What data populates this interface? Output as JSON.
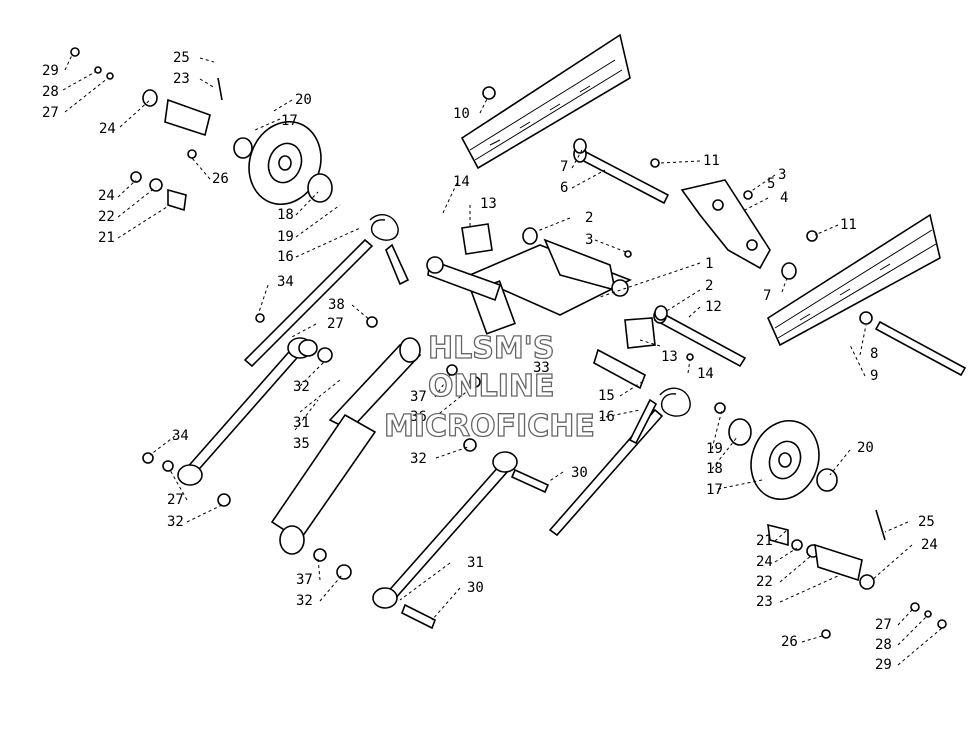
{
  "watermark": {
    "line1": "HLSM'S",
    "line2": "ONLINE",
    "line3": "MICROFICHE"
  },
  "callouts": [
    {
      "id": "c29a",
      "text": "29"
    },
    {
      "id": "c28a",
      "text": "28"
    },
    {
      "id": "c27a",
      "text": "27"
    },
    {
      "id": "c25a",
      "text": "25"
    },
    {
      "id": "c23a",
      "text": "23"
    },
    {
      "id": "c24a",
      "text": "24"
    },
    {
      "id": "c20a",
      "text": "20"
    },
    {
      "id": "c17a",
      "text": "17"
    },
    {
      "id": "c26a",
      "text": "26"
    },
    {
      "id": "c24b",
      "text": "24"
    },
    {
      "id": "c22a",
      "text": "22"
    },
    {
      "id": "c21a",
      "text": "21"
    },
    {
      "id": "c18a",
      "text": "18"
    },
    {
      "id": "c19a",
      "text": "19"
    },
    {
      "id": "c16a",
      "text": "16"
    },
    {
      "id": "c34a",
      "text": "34"
    },
    {
      "id": "c10",
      "text": "10"
    },
    {
      "id": "c7a",
      "text": "7"
    },
    {
      "id": "c6",
      "text": "6"
    },
    {
      "id": "c11a",
      "text": "11"
    },
    {
      "id": "c3a",
      "text": "3"
    },
    {
      "id": "c5",
      "text": "5"
    },
    {
      "id": "c4",
      "text": "4"
    },
    {
      "id": "c11b",
      "text": "11"
    },
    {
      "id": "c14a",
      "text": "14"
    },
    {
      "id": "c13a",
      "text": "13"
    },
    {
      "id": "c2a",
      "text": "2"
    },
    {
      "id": "c3b",
      "text": "3"
    },
    {
      "id": "c1",
      "text": "1"
    },
    {
      "id": "c7b",
      "text": "7"
    },
    {
      "id": "c2b",
      "text": "2"
    },
    {
      "id": "c12",
      "text": "12"
    },
    {
      "id": "c8",
      "text": "8"
    },
    {
      "id": "c9",
      "text": "9"
    },
    {
      "id": "c38",
      "text": "38"
    },
    {
      "id": "c27b",
      "text": "27"
    },
    {
      "id": "c33",
      "text": "33"
    },
    {
      "id": "c13b",
      "text": "13"
    },
    {
      "id": "c14b",
      "text": "14"
    },
    {
      "id": "c32a",
      "text": "32"
    },
    {
      "id": "c37a",
      "text": "37"
    },
    {
      "id": "c36",
      "text": "36"
    },
    {
      "id": "c15",
      "text": "15"
    },
    {
      "id": "c16b",
      "text": "16"
    },
    {
      "id": "c31a",
      "text": "31"
    },
    {
      "id": "c35",
      "text": "35"
    },
    {
      "id": "c34b",
      "text": "34"
    },
    {
      "id": "c32b",
      "text": "32"
    },
    {
      "id": "c30a",
      "text": "30"
    },
    {
      "id": "c19b",
      "text": "19"
    },
    {
      "id": "c18b",
      "text": "18"
    },
    {
      "id": "c20b",
      "text": "20"
    },
    {
      "id": "c17b",
      "text": "17"
    },
    {
      "id": "c27c",
      "text": "27"
    },
    {
      "id": "c32c",
      "text": "32"
    },
    {
      "id": "c25b",
      "text": "25"
    },
    {
      "id": "c21b",
      "text": "21"
    },
    {
      "id": "c24c",
      "text": "24"
    },
    {
      "id": "c22b",
      "text": "22"
    },
    {
      "id": "c24d",
      "text": "24"
    },
    {
      "id": "c23b",
      "text": "23"
    },
    {
      "id": "c31b",
      "text": "31"
    },
    {
      "id": "c37b",
      "text": "37"
    },
    {
      "id": "c30b",
      "text": "30"
    },
    {
      "id": "c32d",
      "text": "32"
    },
    {
      "id": "c26b",
      "text": "26"
    },
    {
      "id": "c27d",
      "text": "27"
    },
    {
      "id": "c28b",
      "text": "28"
    },
    {
      "id": "c29b",
      "text": "29"
    }
  ]
}
